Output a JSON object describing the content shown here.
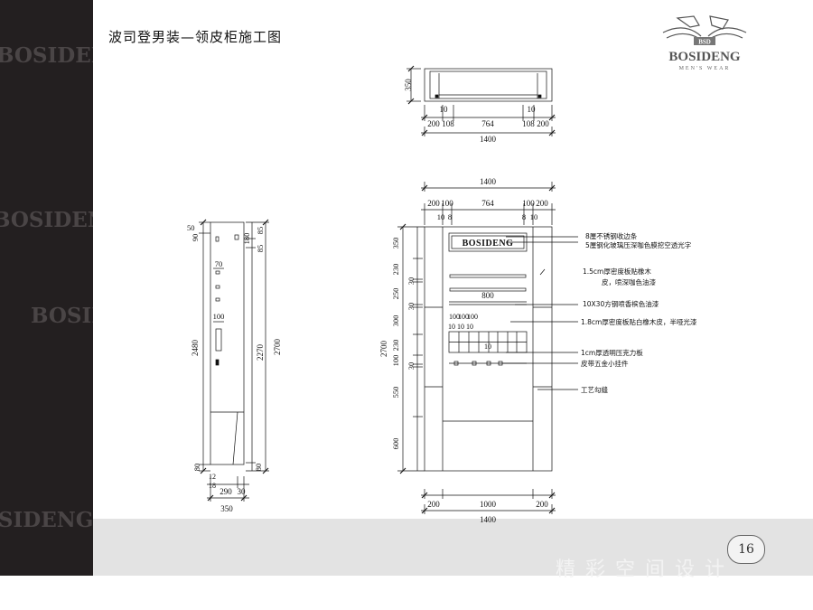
{
  "title": "波司登男装—领皮柜施工图",
  "sidebar_watermarks": [
    "BOSIDENG",
    "BOSIDENG",
    "BOSIDENG",
    "BOSIDENG"
  ],
  "logo": {
    "brand": "BOSIDENG",
    "sub": "MEN'S WEAR",
    "badge": "BSD"
  },
  "page_number": "16",
  "footer_brand": "精 彩 空 间 设 计",
  "top_view": {
    "depth": "350",
    "segments": [
      "200",
      "108",
      "764",
      "108",
      "200"
    ],
    "small": [
      "10",
      "10"
    ],
    "total": "1400"
  },
  "side_view": {
    "left_dims": [
      "50",
      "90",
      "70",
      "100",
      "2480",
      "80"
    ],
    "right_dims": [
      "180",
      "85",
      "85",
      "2270",
      "80",
      "2700"
    ],
    "bottom_small": [
      "12",
      "18"
    ],
    "bottom": [
      "290",
      "30"
    ],
    "total": "350"
  },
  "front_view": {
    "top_total": "1400",
    "top_segments": [
      "200",
      "100",
      "764",
      "100",
      "200"
    ],
    "top_small": [
      "10",
      "8",
      "8",
      "10"
    ],
    "sign_text": "BOSIDENG",
    "left_dims": [
      "350",
      "230",
      "30",
      "250",
      "30",
      "300",
      "230",
      "100",
      "30",
      "550",
      "600"
    ],
    "height_total": "2700",
    "rail_label": "800",
    "grid_labels": [
      "100",
      "100",
      "100",
      "10",
      "10",
      "10",
      "10"
    ],
    "bottom_segments": [
      "200",
      "1000",
      "200"
    ],
    "bottom_total": "1400",
    "annotations": [
      "8厘不锈钢收边条",
      "5厘钢化玻璃压深咖色膜挖空透光字",
      "1.5cm厚密度板贴橡木",
      "皮，喷深咖色油漆",
      "10X30方钢喷香槟色油漆",
      "1.8cm厚密度板贴白橡木皮，半哑光漆",
      "1cm厚透明压克力板",
      "皮带五金小挂件",
      "工艺勾缝"
    ]
  }
}
